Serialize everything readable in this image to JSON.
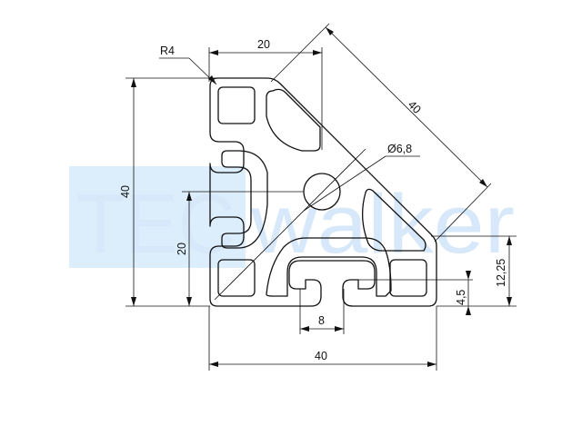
{
  "watermark": {
    "brand_a": "TEC",
    "brand_b": "walker",
    "box_color": "#dceefc",
    "text_color": "#e3e3e3"
  },
  "dimensions": {
    "radius": "R4",
    "top_width": "20",
    "diagonal": "40",
    "hole_diameter": "Ø6,8",
    "height_total": "40",
    "height_half": "20",
    "slot_width": "8",
    "bottom_width": "40",
    "small_height": "4,5",
    "mid_height": "12,25"
  },
  "colors": {
    "line": "#111111",
    "background": "#ffffff"
  }
}
